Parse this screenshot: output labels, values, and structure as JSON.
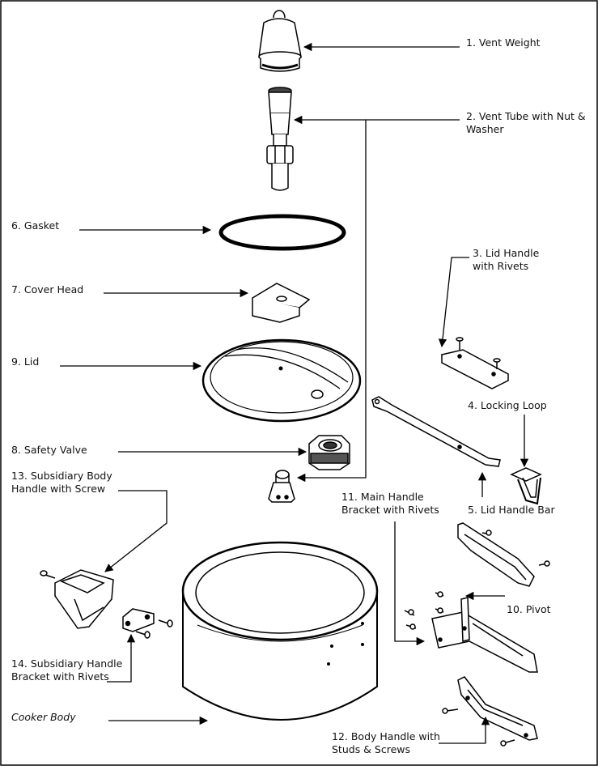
{
  "diagram": {
    "labels": {
      "vent_weight": "1. Vent Weight",
      "vent_tube_line1": "2. Vent Tube with Nut &",
      "vent_tube_line2": "Washer",
      "lid_handle_line1": "3. Lid Handle",
      "lid_handle_line2": "with Rivets",
      "locking_loop": "4. Locking Loop",
      "lid_handle_bar": "5. Lid Handle Bar",
      "gasket": "6. Gasket",
      "cover_head": "7. Cover Head",
      "safety_valve": "8. Safety Valve",
      "lid": "9. Lid",
      "pivot": "10. Pivot",
      "main_handle_line1": "11. Main Handle",
      "main_handle_line2": "Bracket with Rivets",
      "body_handle_line1": "12. Body Handle with",
      "body_handle_line2": "Studs & Screws",
      "subsidiary_body_line1": "13. Subsidiary Body",
      "subsidiary_body_line2": "Handle with Screw",
      "subsidiary_bracket_line1": "14. Subsidiary Handle",
      "subsidiary_bracket_line2": "Bracket with Rivets",
      "cooker_body": "Cooker Body"
    }
  }
}
